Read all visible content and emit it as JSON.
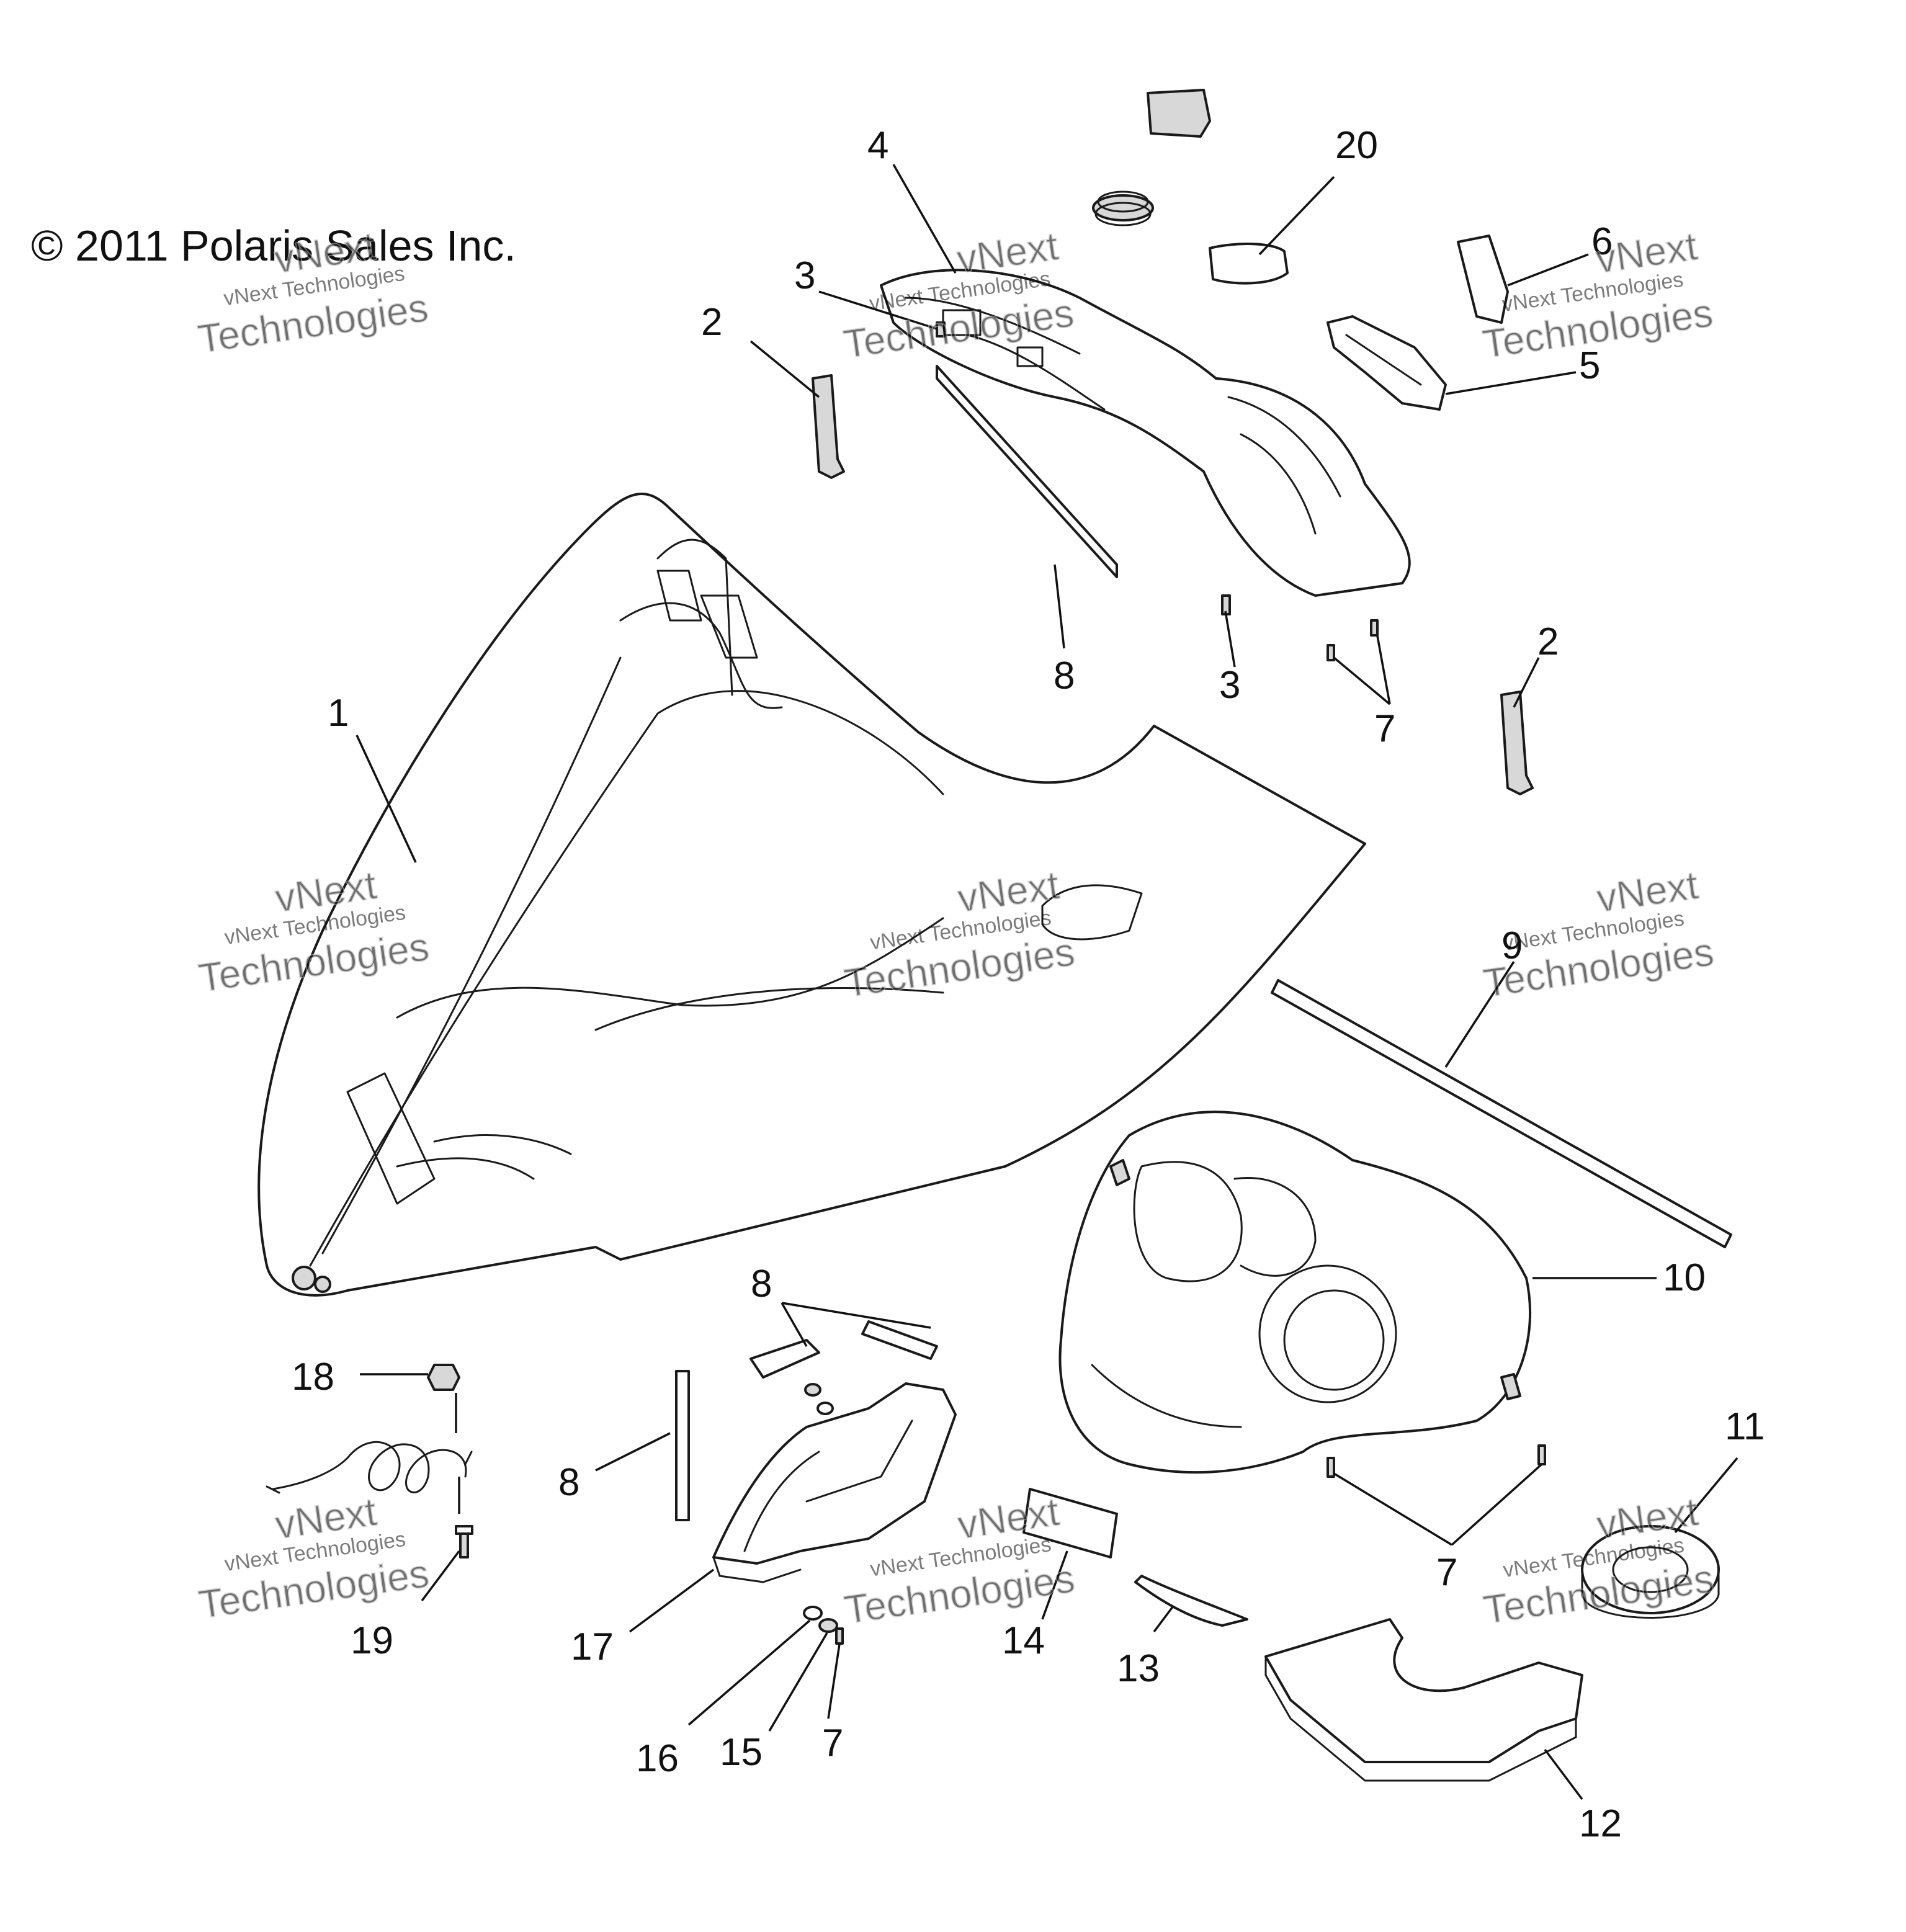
{
  "copyright": "© 2011 Polaris Sales Inc.",
  "watermark": {
    "line1": "vNext Technologies",
    "line2": "vNext",
    "line3": "Technologies"
  },
  "callouts": [
    {
      "id": "c1",
      "label": "1"
    },
    {
      "id": "c2a",
      "label": "2"
    },
    {
      "id": "c2b",
      "label": "2"
    },
    {
      "id": "c3a",
      "label": "3"
    },
    {
      "id": "c3b",
      "label": "3"
    },
    {
      "id": "c4",
      "label": "4"
    },
    {
      "id": "c5",
      "label": "5"
    },
    {
      "id": "c6",
      "label": "6"
    },
    {
      "id": "c7a",
      "label": "7"
    },
    {
      "id": "c7b",
      "label": "7"
    },
    {
      "id": "c7c",
      "label": "7"
    },
    {
      "id": "c8a",
      "label": "8"
    },
    {
      "id": "c8b",
      "label": "8"
    },
    {
      "id": "c8c",
      "label": "8"
    },
    {
      "id": "c9",
      "label": "9"
    },
    {
      "id": "c10",
      "label": "10"
    },
    {
      "id": "c11",
      "label": "11"
    },
    {
      "id": "c12",
      "label": "12"
    },
    {
      "id": "c13",
      "label": "13"
    },
    {
      "id": "c14",
      "label": "14"
    },
    {
      "id": "c15",
      "label": "15"
    },
    {
      "id": "c16",
      "label": "16"
    },
    {
      "id": "c17",
      "label": "17"
    },
    {
      "id": "c18",
      "label": "18"
    },
    {
      "id": "c19",
      "label": "19"
    },
    {
      "id": "c20",
      "label": "20"
    }
  ]
}
